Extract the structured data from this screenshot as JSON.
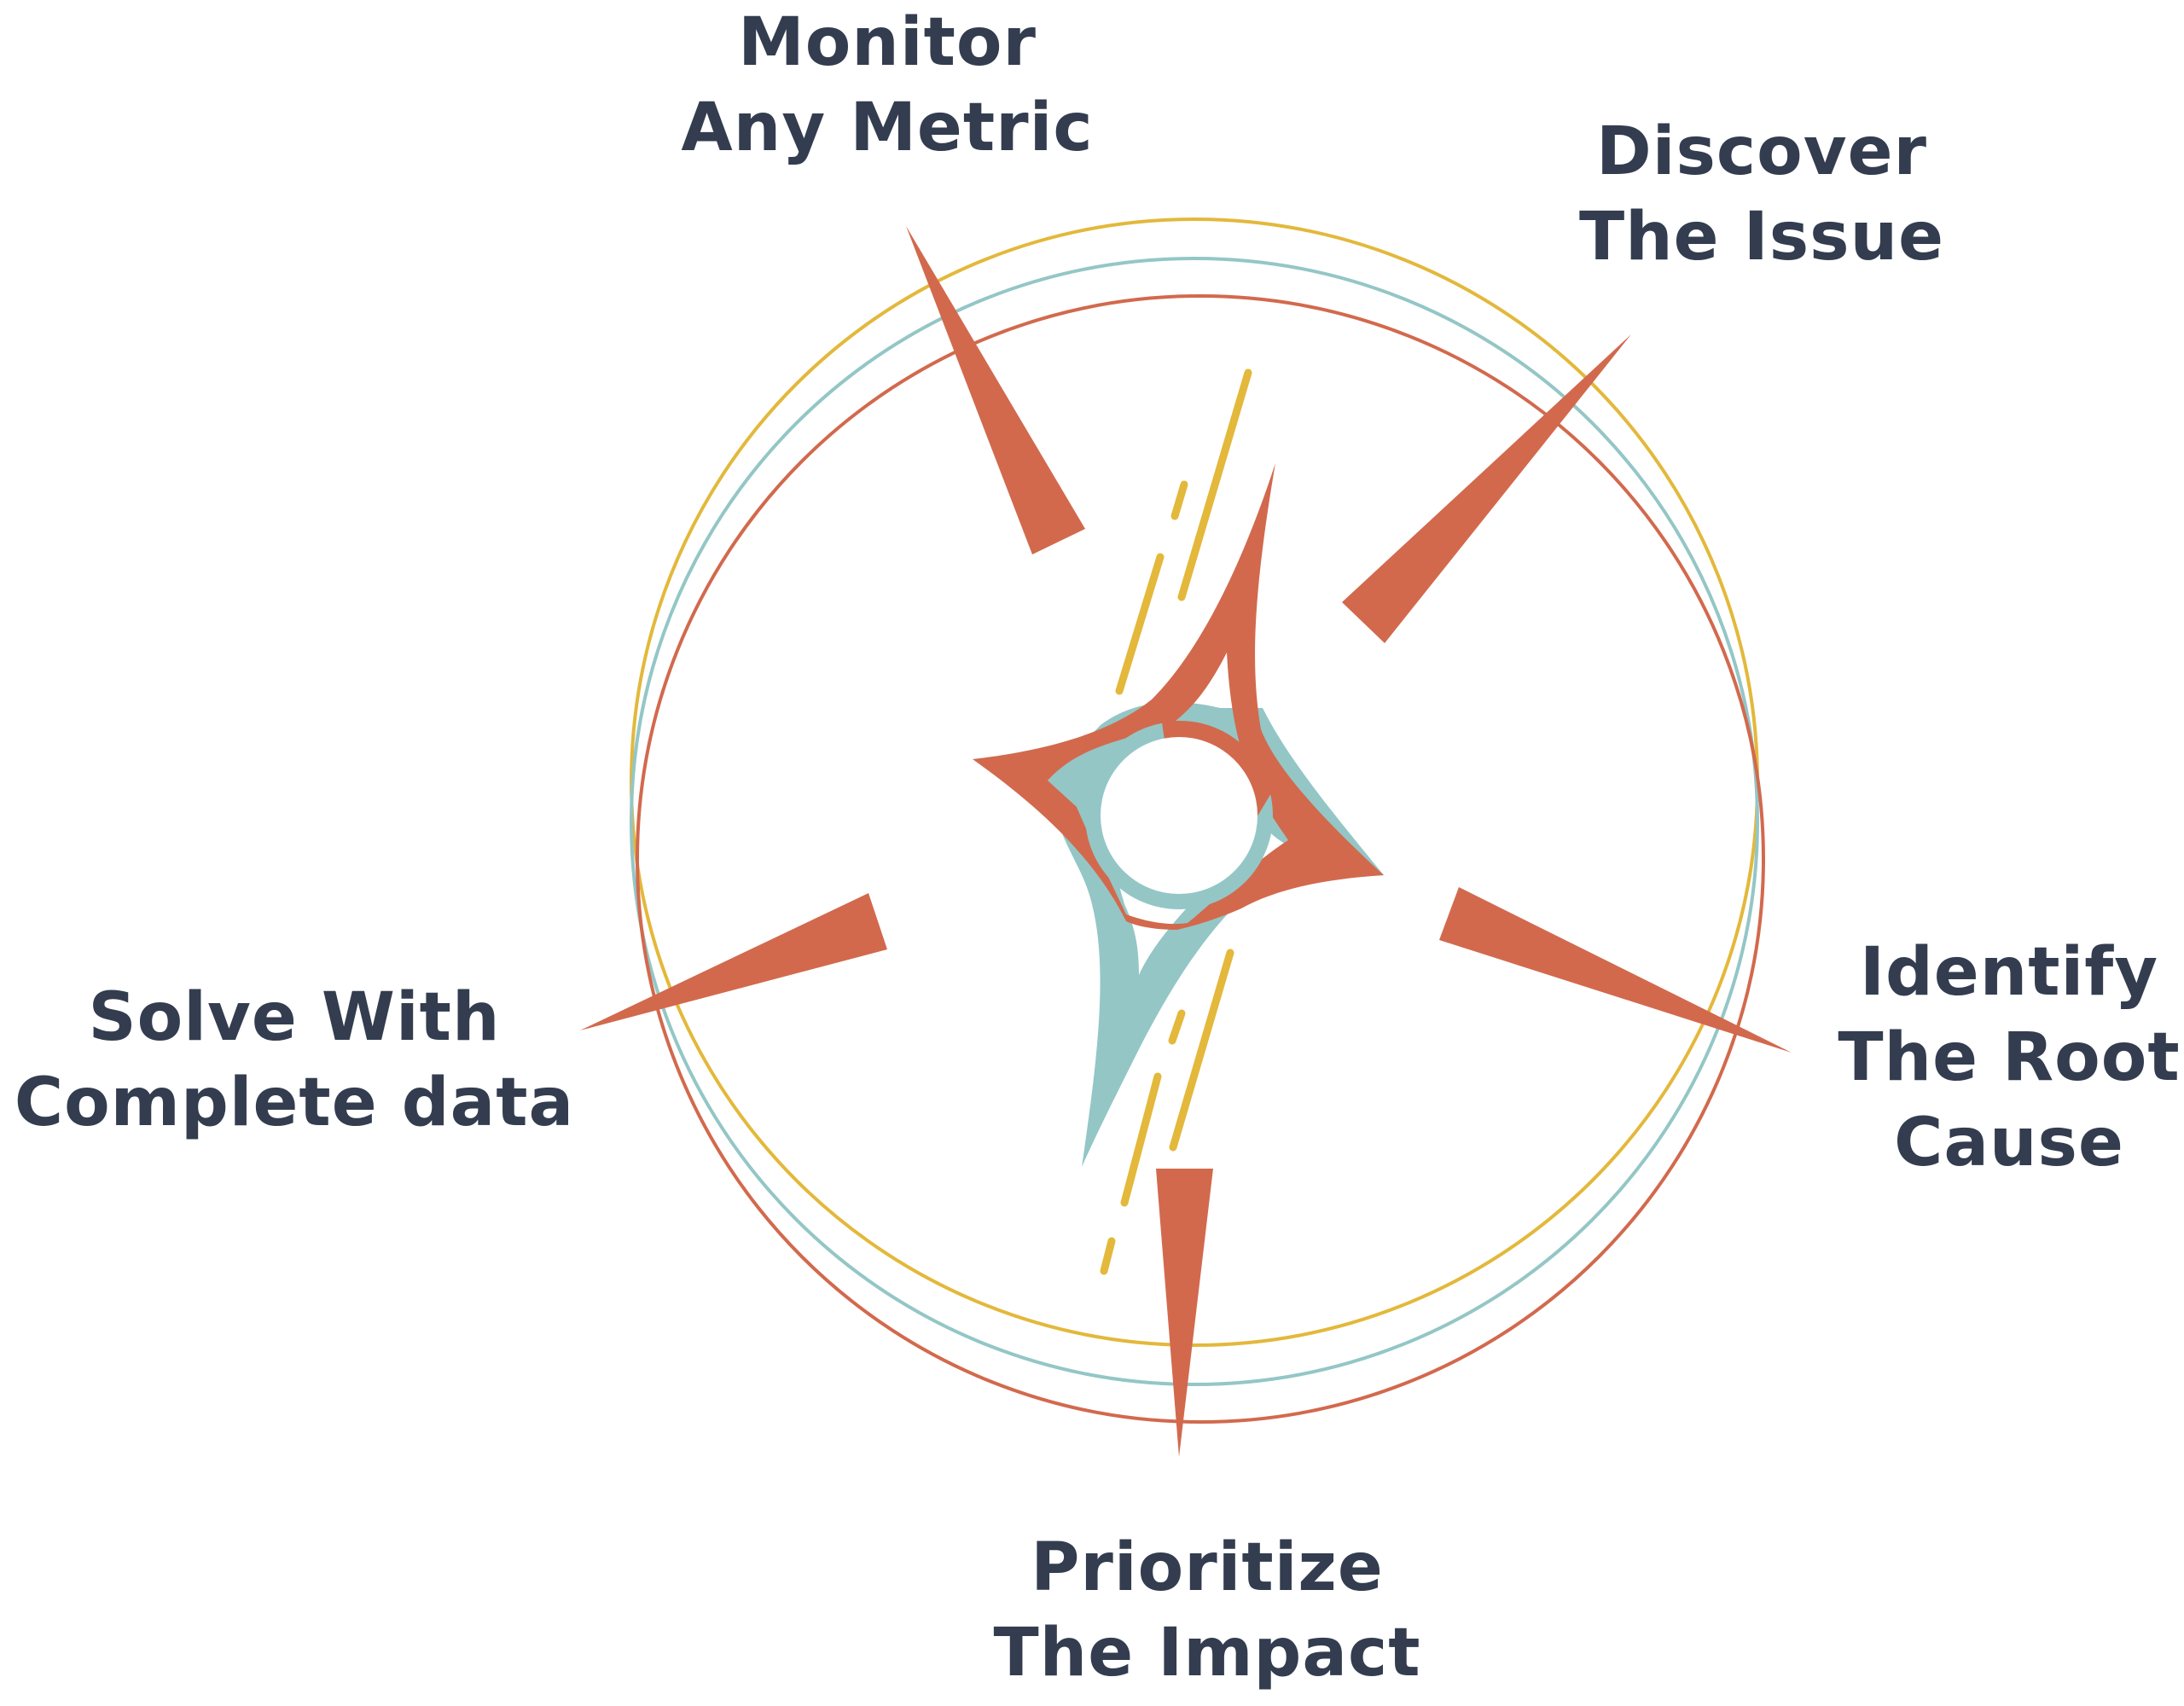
{
  "colors": {
    "text": "#333d4f",
    "orange": "#d2694d",
    "teal": "#94c6c6",
    "gold": "#e3b83b",
    "background": "#ffffff"
  },
  "steps": [
    {
      "id": "monitor",
      "lines": [
        "Monitor",
        "Any Metric"
      ]
    },
    {
      "id": "discover",
      "lines": [
        "Discover",
        "The Issue"
      ]
    },
    {
      "id": "identify",
      "lines": [
        "Identify",
        "The Root",
        "Cause"
      ]
    },
    {
      "id": "prioritize",
      "lines": [
        "Prioritize",
        "The Impact"
      ]
    },
    {
      "id": "solve",
      "lines": [
        "Solve With",
        "Complete data"
      ]
    }
  ]
}
